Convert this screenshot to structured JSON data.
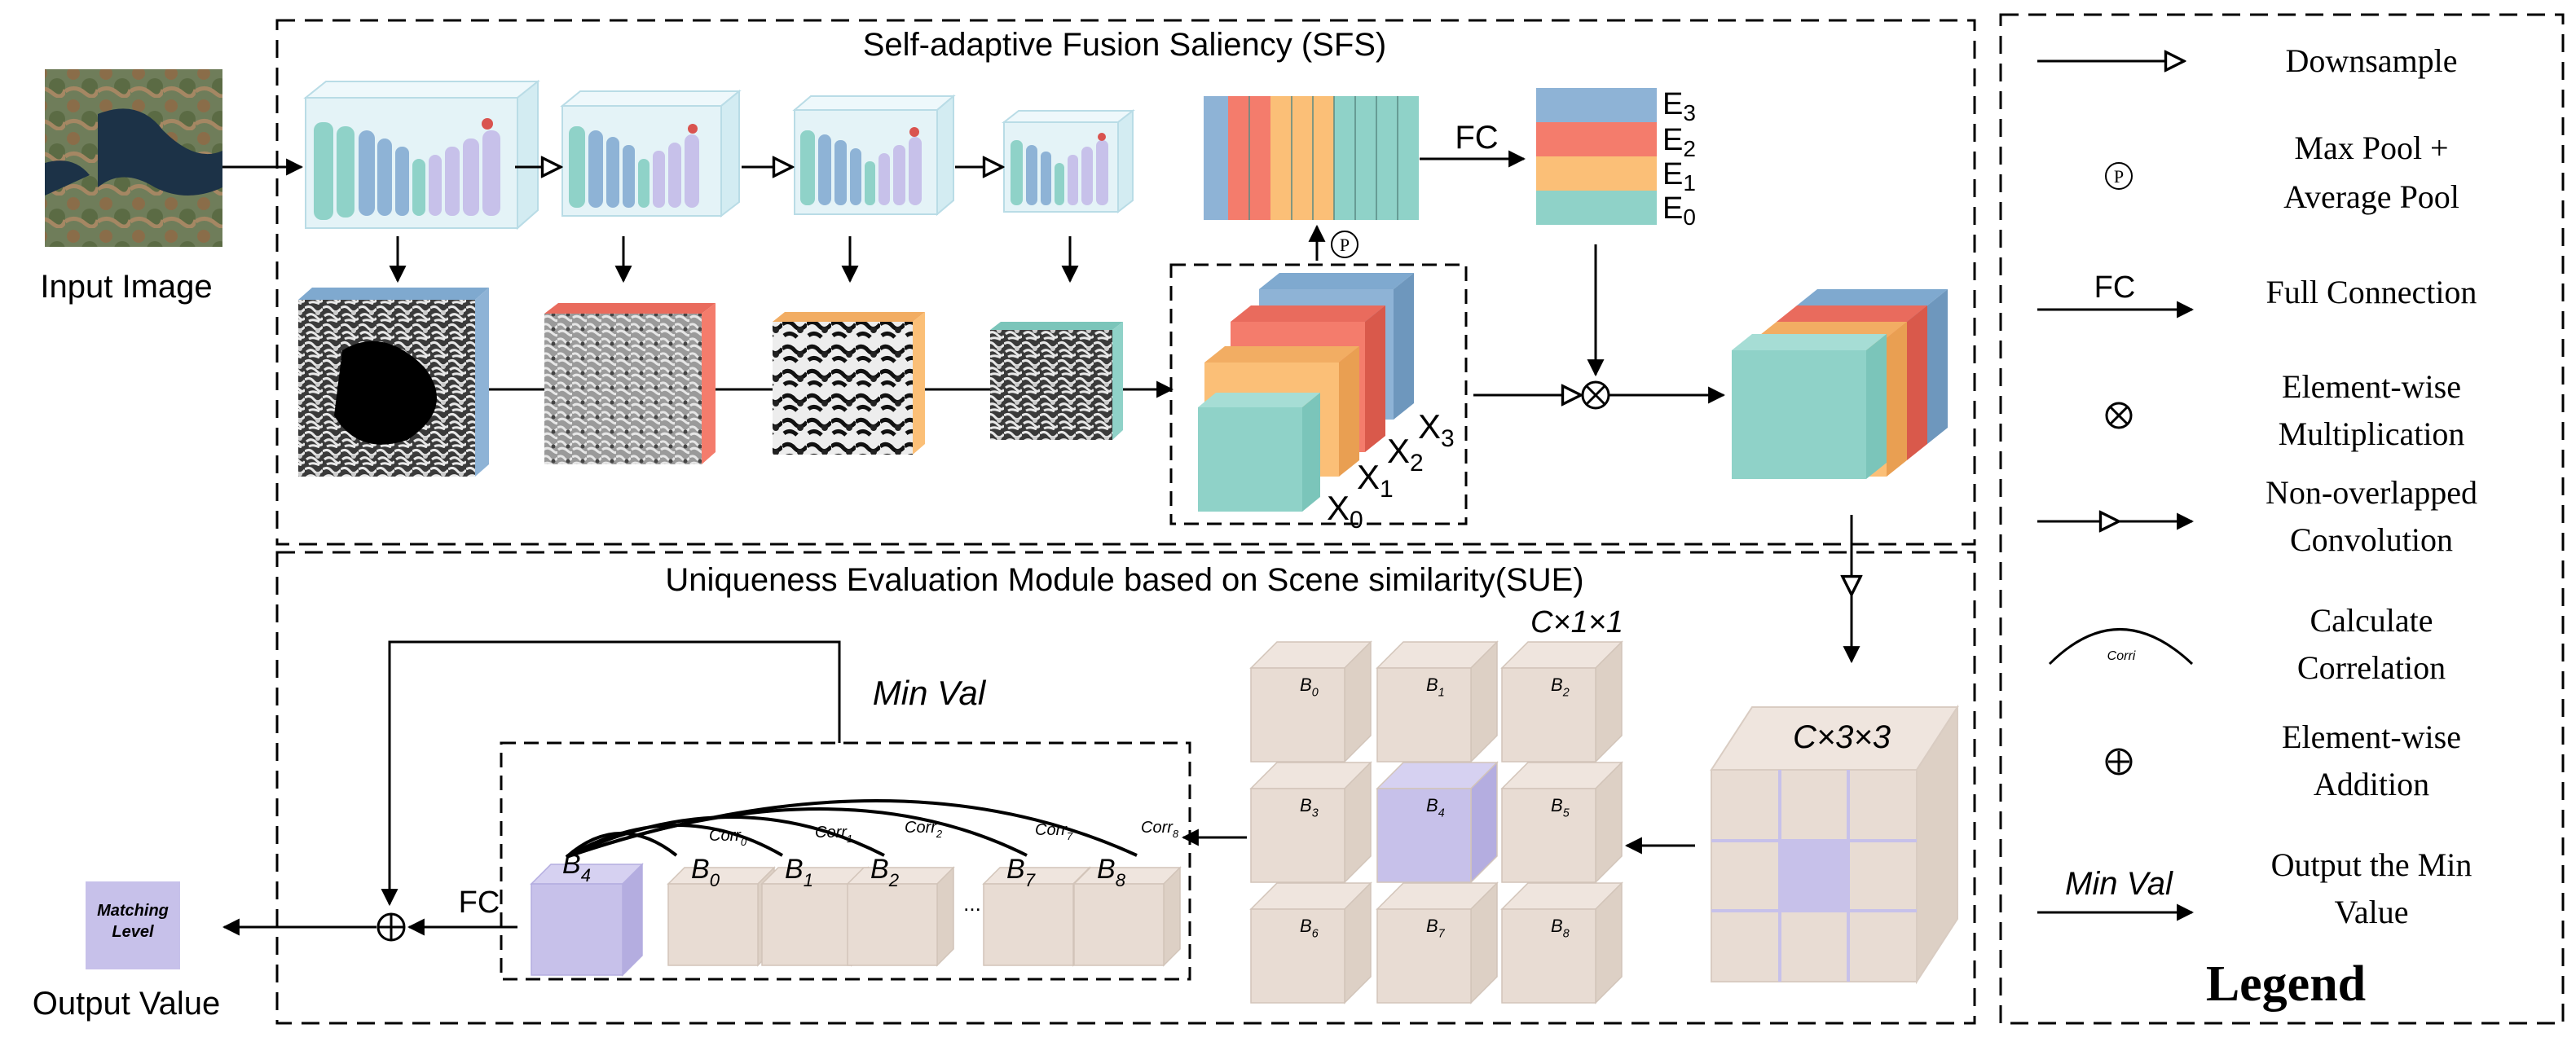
{
  "input": {
    "label": "Input Image"
  },
  "output": {
    "label": "Output Value",
    "box_label_1": "Matching",
    "box_label_2": "Level"
  },
  "sfs": {
    "title": "Self-adaptive Fusion Saliency (SFS)"
  },
  "sue": {
    "title": "Uniqueness Evaluation Module based on Scene similarity(SUE)"
  },
  "labels": {
    "fc_top": "FC",
    "fc_bottom": "FC",
    "pool_symbol": "P",
    "min_val": "Min Val",
    "c11": "C×1×1",
    "c33": "C×3×3",
    "dots": "..."
  },
  "energies": [
    {
      "name": "E",
      "sub": "3"
    },
    {
      "name": "E",
      "sub": "2"
    },
    {
      "name": "E",
      "sub": "1"
    },
    {
      "name": "E",
      "sub": "0"
    }
  ],
  "features": [
    {
      "name": "X",
      "sub": "0"
    },
    {
      "name": "X",
      "sub": "1"
    },
    {
      "name": "X",
      "sub": "2"
    },
    {
      "name": "X",
      "sub": "3"
    }
  ],
  "blocks": {
    "grid": [
      "B0",
      "B1",
      "B2",
      "B3",
      "B4",
      "B5",
      "B6",
      "B7",
      "B8"
    ],
    "row_center": "B4",
    "row": [
      "B0",
      "B1",
      "B2",
      "B7",
      "B8"
    ],
    "corr": [
      "Corr0",
      "Corr1",
      "Corr2",
      "Corr7",
      "Corr8"
    ]
  },
  "legend": {
    "title": "Legend",
    "items": [
      {
        "label1": "Downsample",
        "label2": ""
      },
      {
        "label1": "Max Pool +",
        "label2": "Average Pool"
      },
      {
        "label1": "Full Connection",
        "label2": "",
        "symbol_text": "FC"
      },
      {
        "label1": "Element-wise",
        "label2": "Multiplication"
      },
      {
        "label1": "Non-overlapped",
        "label2": "Convolution"
      },
      {
        "label1": "Calculate",
        "label2": "Correlation",
        "symbol_text": "Corri"
      },
      {
        "label1": "Element-wise",
        "label2": "Addition"
      },
      {
        "label1": "Output the Min",
        "label2": "Value",
        "symbol_text": "Min Val"
      }
    ]
  },
  "colors": {
    "blue": "#8eb3d6",
    "red": "#f47c6c",
    "orange": "#fbbf77",
    "teal": "#8fd2c8",
    "purple": "#c7c1ea",
    "beige": "#e8dcd3",
    "net_back": "#dceff4"
  }
}
